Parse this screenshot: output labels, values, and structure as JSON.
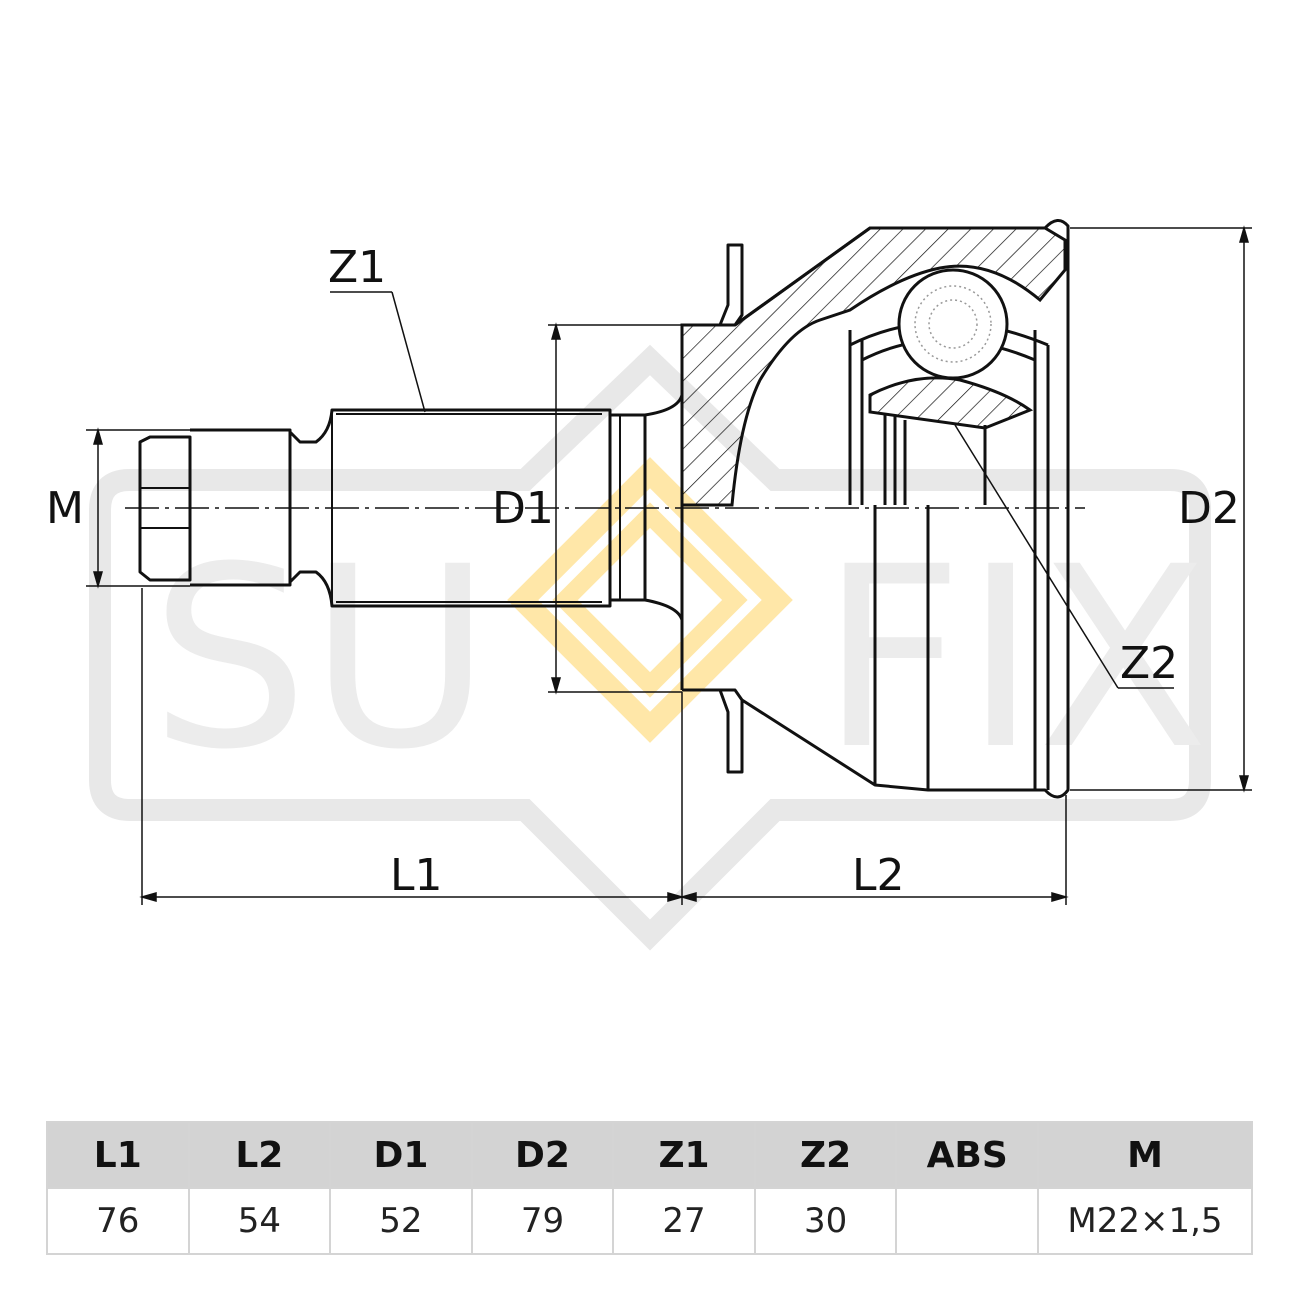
{
  "diagram": {
    "labels": {
      "z1": "Z1",
      "z2": "Z2",
      "d1": "D1",
      "d2": "D2",
      "m": "M",
      "l1": "L1",
      "l2": "L2"
    },
    "watermark": "SUFIX",
    "colors": {
      "line": "#111111",
      "watermark_gray": "#e6e6e6",
      "watermark_accent": "#ffe9b0",
      "header_bg": "#d3d3d3"
    }
  },
  "table": {
    "headers": [
      "L1",
      "L2",
      "D1",
      "D2",
      "Z1",
      "Z2",
      "ABS",
      "M"
    ],
    "values": [
      "76",
      "54",
      "52",
      "79",
      "27",
      "30",
      "",
      "M22×1,5"
    ]
  }
}
